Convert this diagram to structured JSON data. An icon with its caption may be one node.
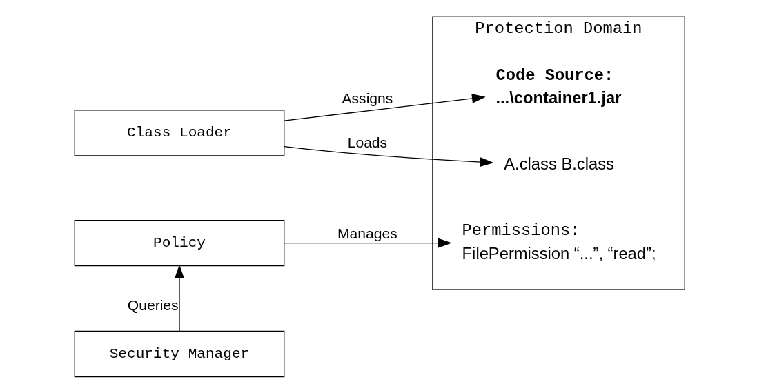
{
  "diagram": {
    "nodes": [
      {
        "text": [
          "Class Loader"
        ]
      },
      {
        "text": [
          "Policy"
        ]
      },
      {
        "text": [
          "Security Manager"
        ]
      },
      {
        "text": [
          "Protection Domain"
        ]
      },
      {
        "text": [
          "Code Source:",
          "...\\container1.jar"
        ],
        "in": 3
      },
      {
        "text": [
          "A.class B.class"
        ],
        "in": 3
      },
      {
        "text": [
          "Permissions:",
          "FilePermission “...”, “read”;"
        ],
        "in": 3
      }
    ],
    "edges": [
      {
        "from": 0,
        "to": 4,
        "arrow": "to",
        "label": "Assigns"
      },
      {
        "from": 0,
        "to": 5,
        "arrow": "to",
        "label": "Loads"
      },
      {
        "from": 1,
        "to": 6,
        "arrow": "to",
        "label": "Manages"
      },
      {
        "from": 2,
        "to": 1,
        "arrow": "to",
        "label": "Queries"
      }
    ]
  }
}
